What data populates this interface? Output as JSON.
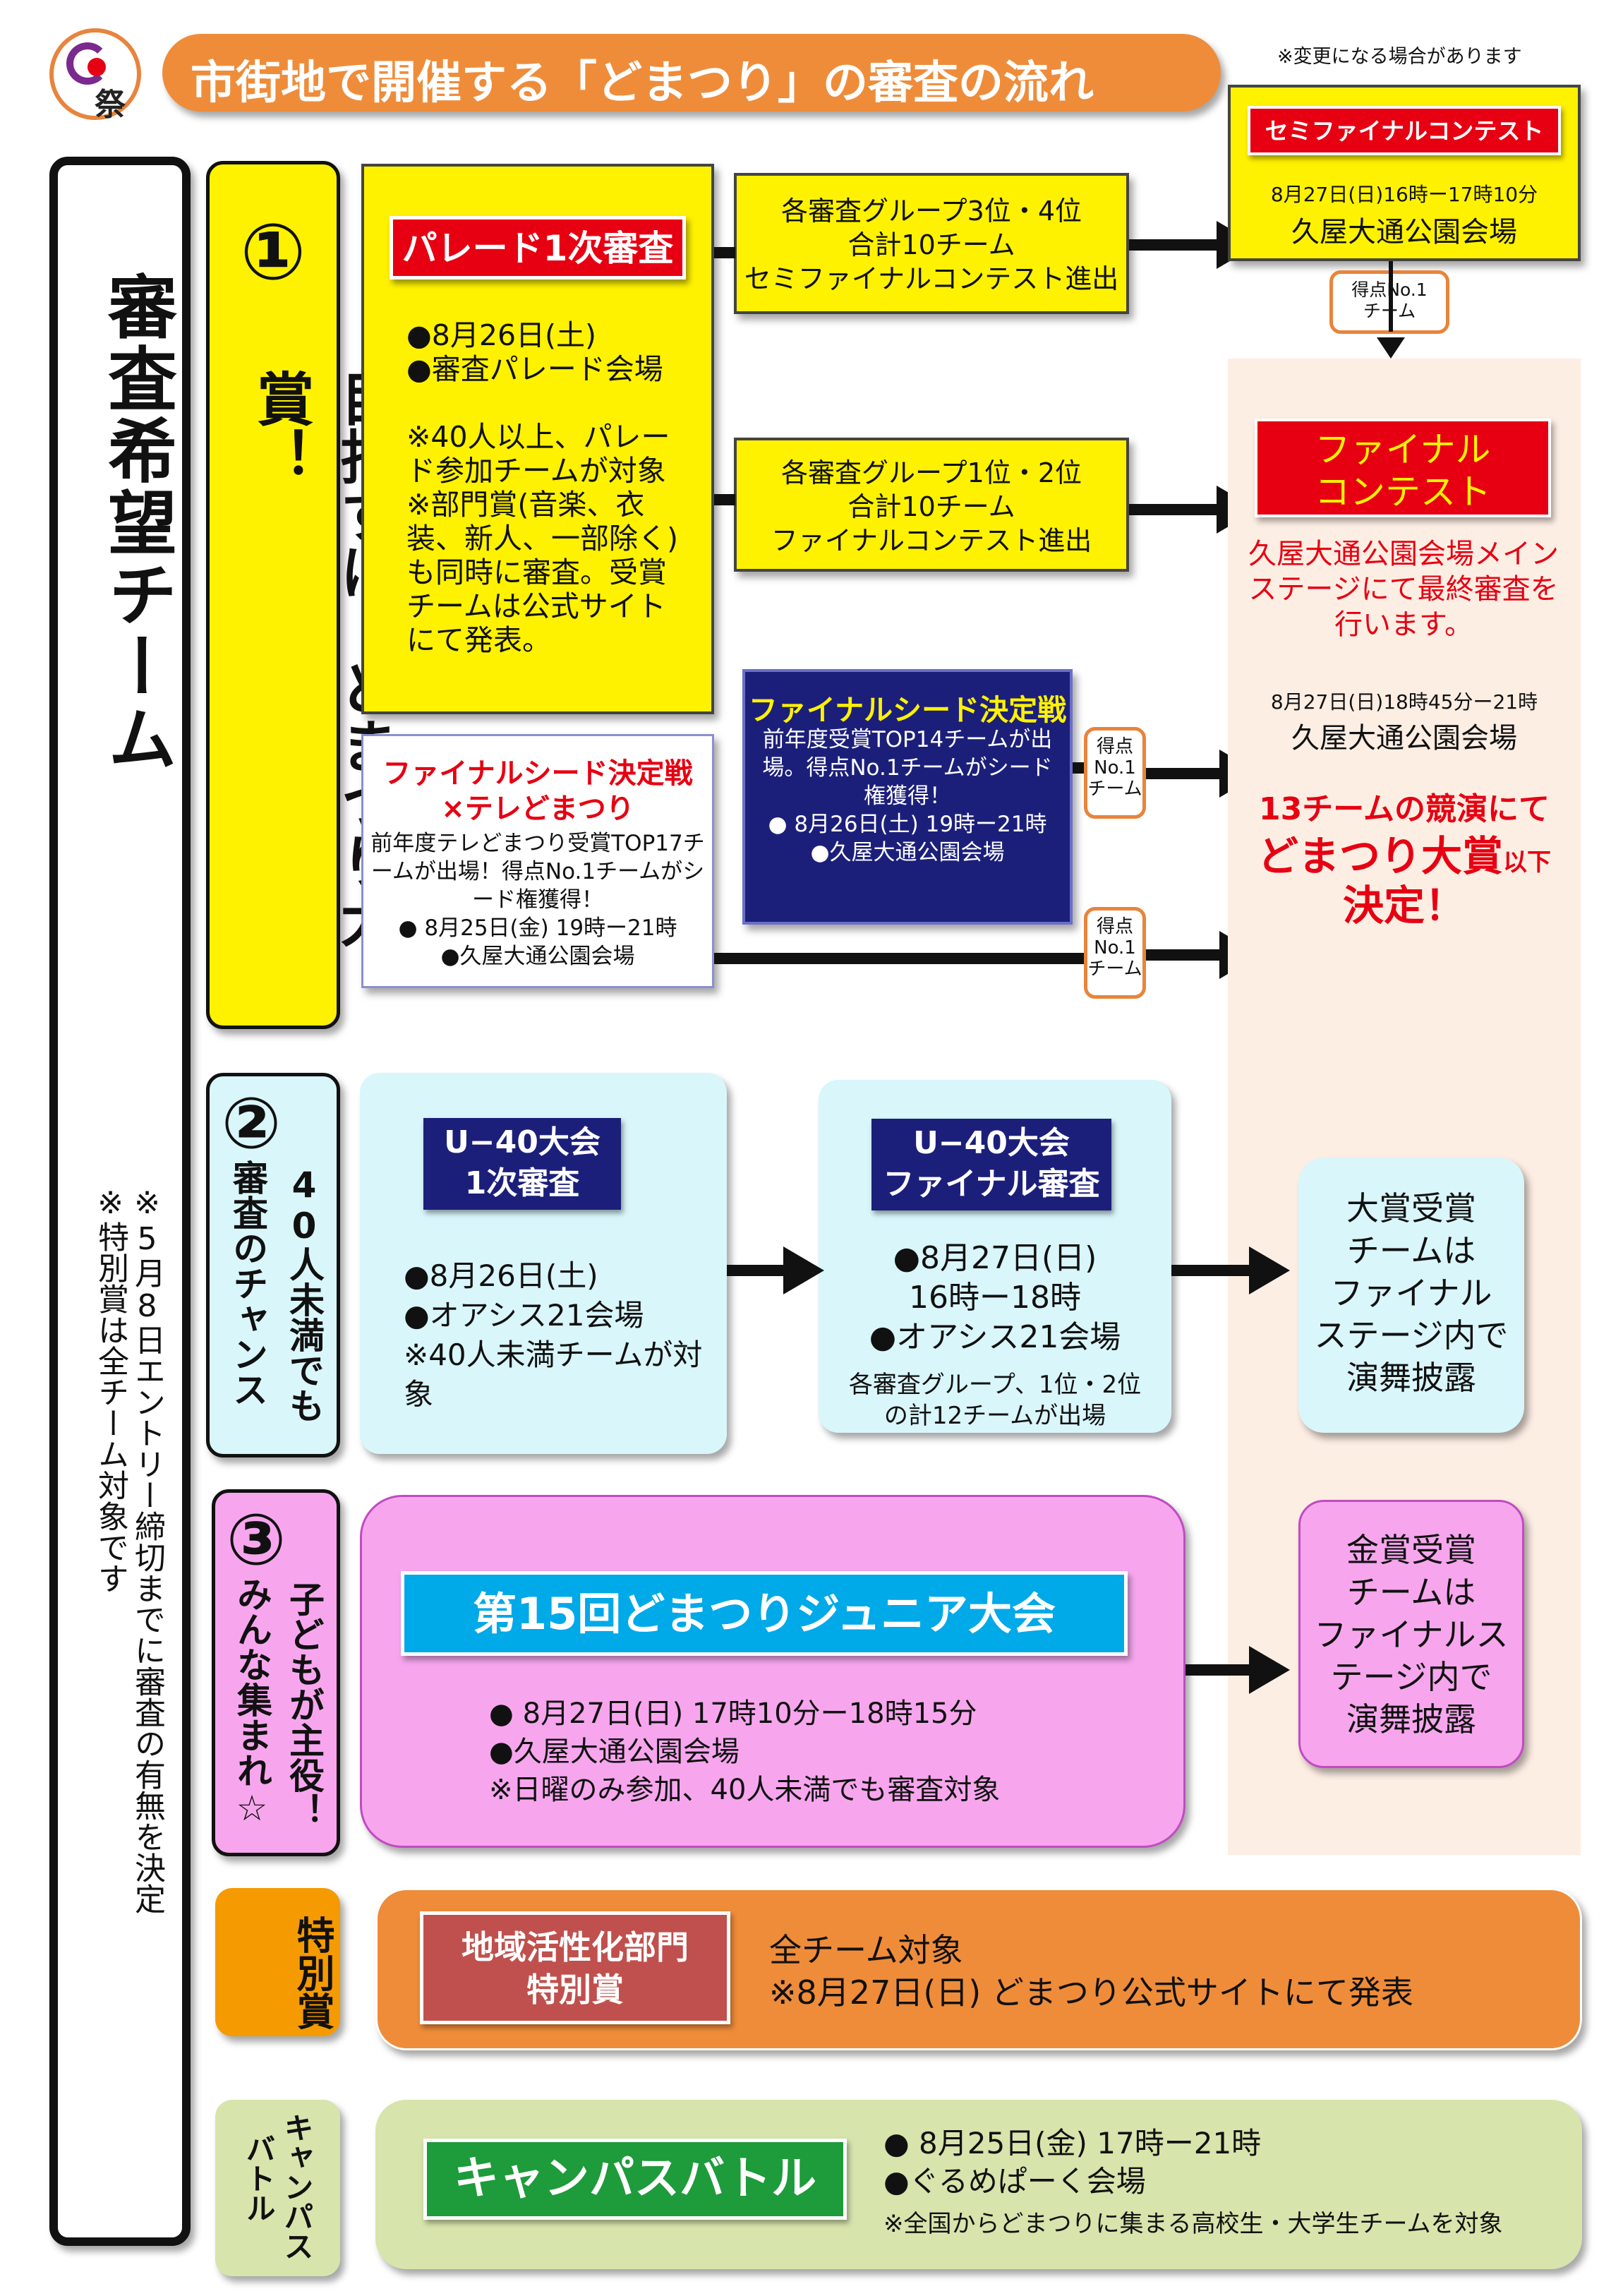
{
  "header": {
    "logo_text": "祭",
    "title": "市街地で開催する「どまつり」の審査の流れ",
    "note": "※変更になる場合があります"
  },
  "left_column": {
    "label": "審査希望チーム",
    "note_lines": [
      "※5月8日エントリー締切までに審査の有無を決定",
      "※特別賞は全チーム対象です"
    ]
  },
  "section1": {
    "number": "①",
    "label": "目指すは、どまつり大賞！",
    "parade": {
      "badge": "パレード1次審査",
      "text": "●8月26日(土)\n●審査パレード会場\n\n※40人以上、パレード参加チームが対象\n※部門賞(音楽、衣装、新人、一部除く)も同時に審査。受賞チームは公式サイトにて発表。"
    },
    "semi_advance": "各審査グループ3位・4位\n合計10チーム\nセミファイナルコンテスト進出",
    "final_advance": "各審査グループ1位・2位\n合計10チーム\nファイナルコンテスト進出",
    "tv_seed": {
      "title": "ファイナルシード決定戦\n×テレどまつり",
      "text": "前年度テレどまつり受賞TOP17チームが出場！得点No.1チームがシード権獲得！\n● 8月25日(金) 19時ー21時\n●久屋大通公園会場"
    },
    "final_seed": {
      "title": "ファイナルシード決定戦",
      "text": "前年度受賞TOP14チームが出場。得点No.1チームがシード権獲得！\n● 8月26日(土) 19時ー21時\n●久屋大通公園会場"
    },
    "score_note": "得点\nNo.1\nチーム"
  },
  "semifinal": {
    "badge": "セミファイナルコンテスト",
    "datetime": "8月27日(日)16時ー17時10分",
    "venue": "久屋大通公園会場",
    "score_note": "得点No.1\nチーム"
  },
  "final": {
    "badge": "ファイナル\nコンテスト",
    "desc": "久屋大通公園会場メインステージにて最終審査を行います。",
    "datetime": "8月27日(日)18時45分ー21時",
    "venue": "久屋大通公園会場",
    "result_line1": "13チームの競演にて",
    "result_main": "どまつり大賞",
    "result_small": "以下",
    "result_line3": "決定！"
  },
  "section2": {
    "number": "②",
    "label_line1": "40人未満でも",
    "label_line2": "審査のチャンス",
    "first": {
      "badge": "U−40大会\n1次審査",
      "text": "●8月26日(土)\n●オアシス21会場\n※40人未満チームが対象"
    },
    "final": {
      "badge": "U−40大会\nファイナル審査",
      "text": "●8月27日(日)\n16時ー18時\n●オアシス21会場",
      "sub": "各審査グループ、1位・2位の計12チームが出場"
    },
    "result": "大賞受賞\nチームは\nファイナル\nステージ内で\n演舞披露"
  },
  "section3": {
    "number": "③",
    "label_line1": "子どもが主役！",
    "label_line2": "みんな集まれ☆",
    "badge": "第15回どまつりジュニア大会",
    "text": "● 8月27日(日) 17時10分ー18時15分\n●久屋大通公園会場\n※日曜のみ参加、40人未満でも審査対象",
    "result": "金賞受賞\nチームは\nファイナルス\nテージ内で\n演舞披露"
  },
  "special": {
    "label": "特別賞",
    "badge": "地域活性化部門\n特別賞",
    "text": "全チーム対象\n※8月27日(日) どまつり公式サイトにて発表"
  },
  "campus": {
    "label_line1": "キャンパス",
    "label_line2": "バトル",
    "badge": "キャンパスバトル",
    "text": "● 8月25日(金) 17時ー21時\n●ぐるめぱーく会場",
    "note": "※全国からどまつりに集まる高校生・大学生チームを対象"
  },
  "colors": {
    "yellow": "#fff200",
    "orange": "#ef8c3a",
    "red_badge": "#e60012",
    "navy": "#1c1f7a",
    "light_blue": "#d9f6fb",
    "pink": "#f7a6ee",
    "peach": "#fdeee4",
    "green_light": "#d7e4ac",
    "green_dark": "#1e9b3a",
    "rose_badge": "#c0504d",
    "sky_badge": "#00a9e8"
  }
}
